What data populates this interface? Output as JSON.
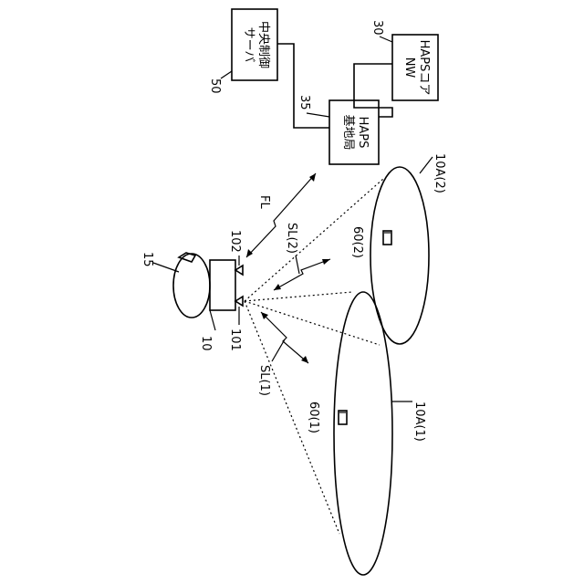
{
  "labels": {
    "haps": "10",
    "airship": "15",
    "antenna1": "101",
    "antenna2": "102",
    "fl": "FL",
    "sl1": "SL(1)",
    "sl2": "SL(2)",
    "cell1": "10A(1)",
    "cell2": "10A(2)",
    "term1": "60(1)",
    "term2": "60(2)",
    "server_ref": "50",
    "base_ref": "35",
    "core_ref": "30"
  },
  "boxes": {
    "server_line1": "中央制御",
    "server_line2": "サーバ",
    "base_line1": "HAPS",
    "base_line2": "基地局",
    "core_line1": "HAPSコア",
    "core_line2": "NW"
  }
}
